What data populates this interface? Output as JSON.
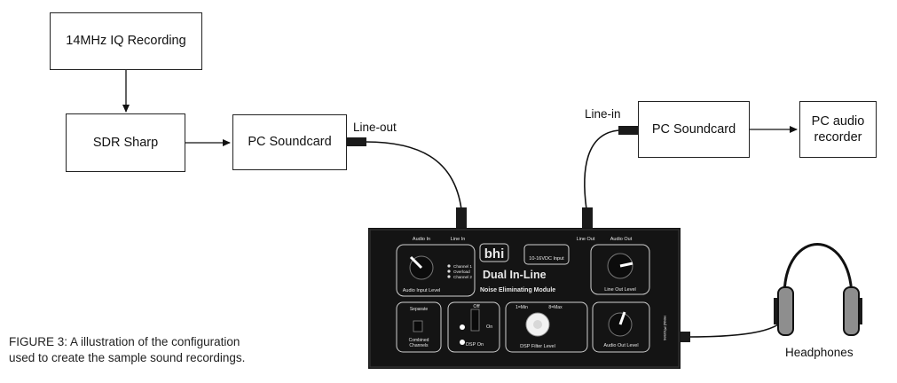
{
  "boxes": {
    "iq_recording": "14MHz IQ Recording",
    "sdr_sharp": "SDR Sharp",
    "soundcard_1": "PC Soundcard",
    "soundcard_2": "PC Soundcard",
    "recorder_line1": "PC audio",
    "recorder_line2": "recorder"
  },
  "labels": {
    "line_out": "Line-out",
    "line_in": "Line-in",
    "headphones": "Headphones"
  },
  "device": {
    "brand": "bhi",
    "title": "Dual In-Line",
    "subtitle": "Noise Eliminating Module",
    "audio_in": "Audio In",
    "line_in": "Line In",
    "line_out": "Line Out",
    "audio_out": "Audio Out",
    "power_input": "10-16VDC Input",
    "audio_input_level": "Audio Input Level",
    "channel_1": "Channel 1",
    "overload": "Overload",
    "channel_2": "Channel 2",
    "line_out_level": "Line Out Level",
    "separate": "Separate",
    "combined": "Combined",
    "channels": "Channels",
    "off": "Off",
    "on": "On",
    "dsp_on": "DSP On",
    "filter_min": "1=Min",
    "filter_max": "8=Max",
    "dsp_filter_level": "DSP Filter Level",
    "audio_out_level": "Audio Out Level",
    "head_phones": "Head Phones"
  },
  "caption": {
    "line1": "FIGURE 3: A illustration of the configuration",
    "line2": "used to create the sample sound recordings."
  }
}
